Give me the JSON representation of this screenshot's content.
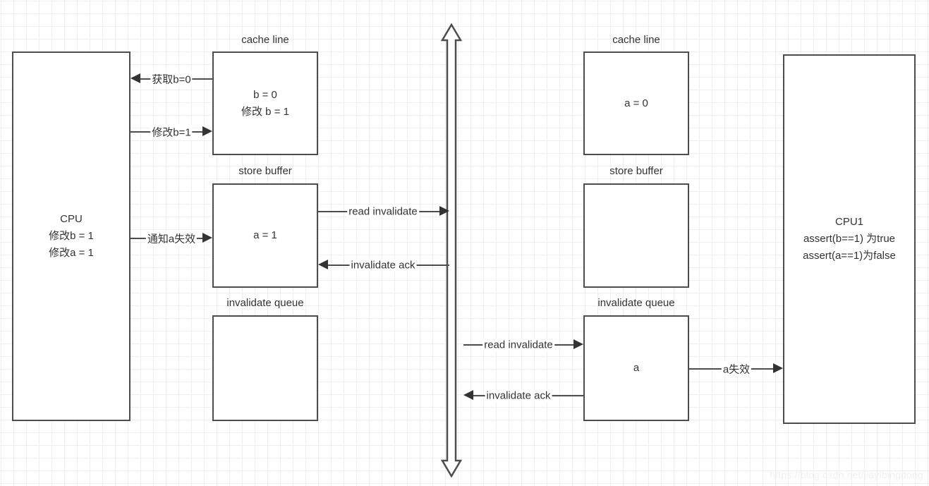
{
  "diagram": {
    "title": "CPU store buffer and invalidate queue memory barrier diagram",
    "watermark": "https://blog.csdn.net/jiayibingdong",
    "colors": {
      "stroke": "#4d4d4d",
      "text": "#333333",
      "grid_minor": "#efefef",
      "grid_major": "#e6e6e6",
      "background": "#ffffff"
    }
  },
  "left": {
    "cpu": {
      "caption": "",
      "text": "CPU\n修改b = 1\n修改a = 1"
    },
    "cache_line": {
      "caption": "cache line",
      "text": "b = 0\n修改 b = 1"
    },
    "store_buffer": {
      "caption": "store buffer",
      "text": "a = 1"
    },
    "invalidate_queue": {
      "caption": "invalidate queue",
      "text": ""
    }
  },
  "right": {
    "cpu": {
      "caption": "",
      "text": "CPU1\nassert(b==1) 为true\nassert(a==1)为false"
    },
    "cache_line": {
      "caption": "cache line",
      "text": "a = 0"
    },
    "store_buffer": {
      "caption": "store buffer",
      "text": ""
    },
    "invalidate_queue": {
      "caption": "invalidate queue",
      "text": "a"
    }
  },
  "edges": {
    "fetch_b0": "获取b=0",
    "modify_b1": "修改b=1",
    "notify_a_invalid": "通知a失效",
    "read_invalidate_top": "read invalidate",
    "invalidate_ack_top": "invalidate ack",
    "read_invalidate_bottom": "read invalidate",
    "invalidate_ack_bottom": "invalidate ack",
    "a_invalid": "a失效"
  }
}
